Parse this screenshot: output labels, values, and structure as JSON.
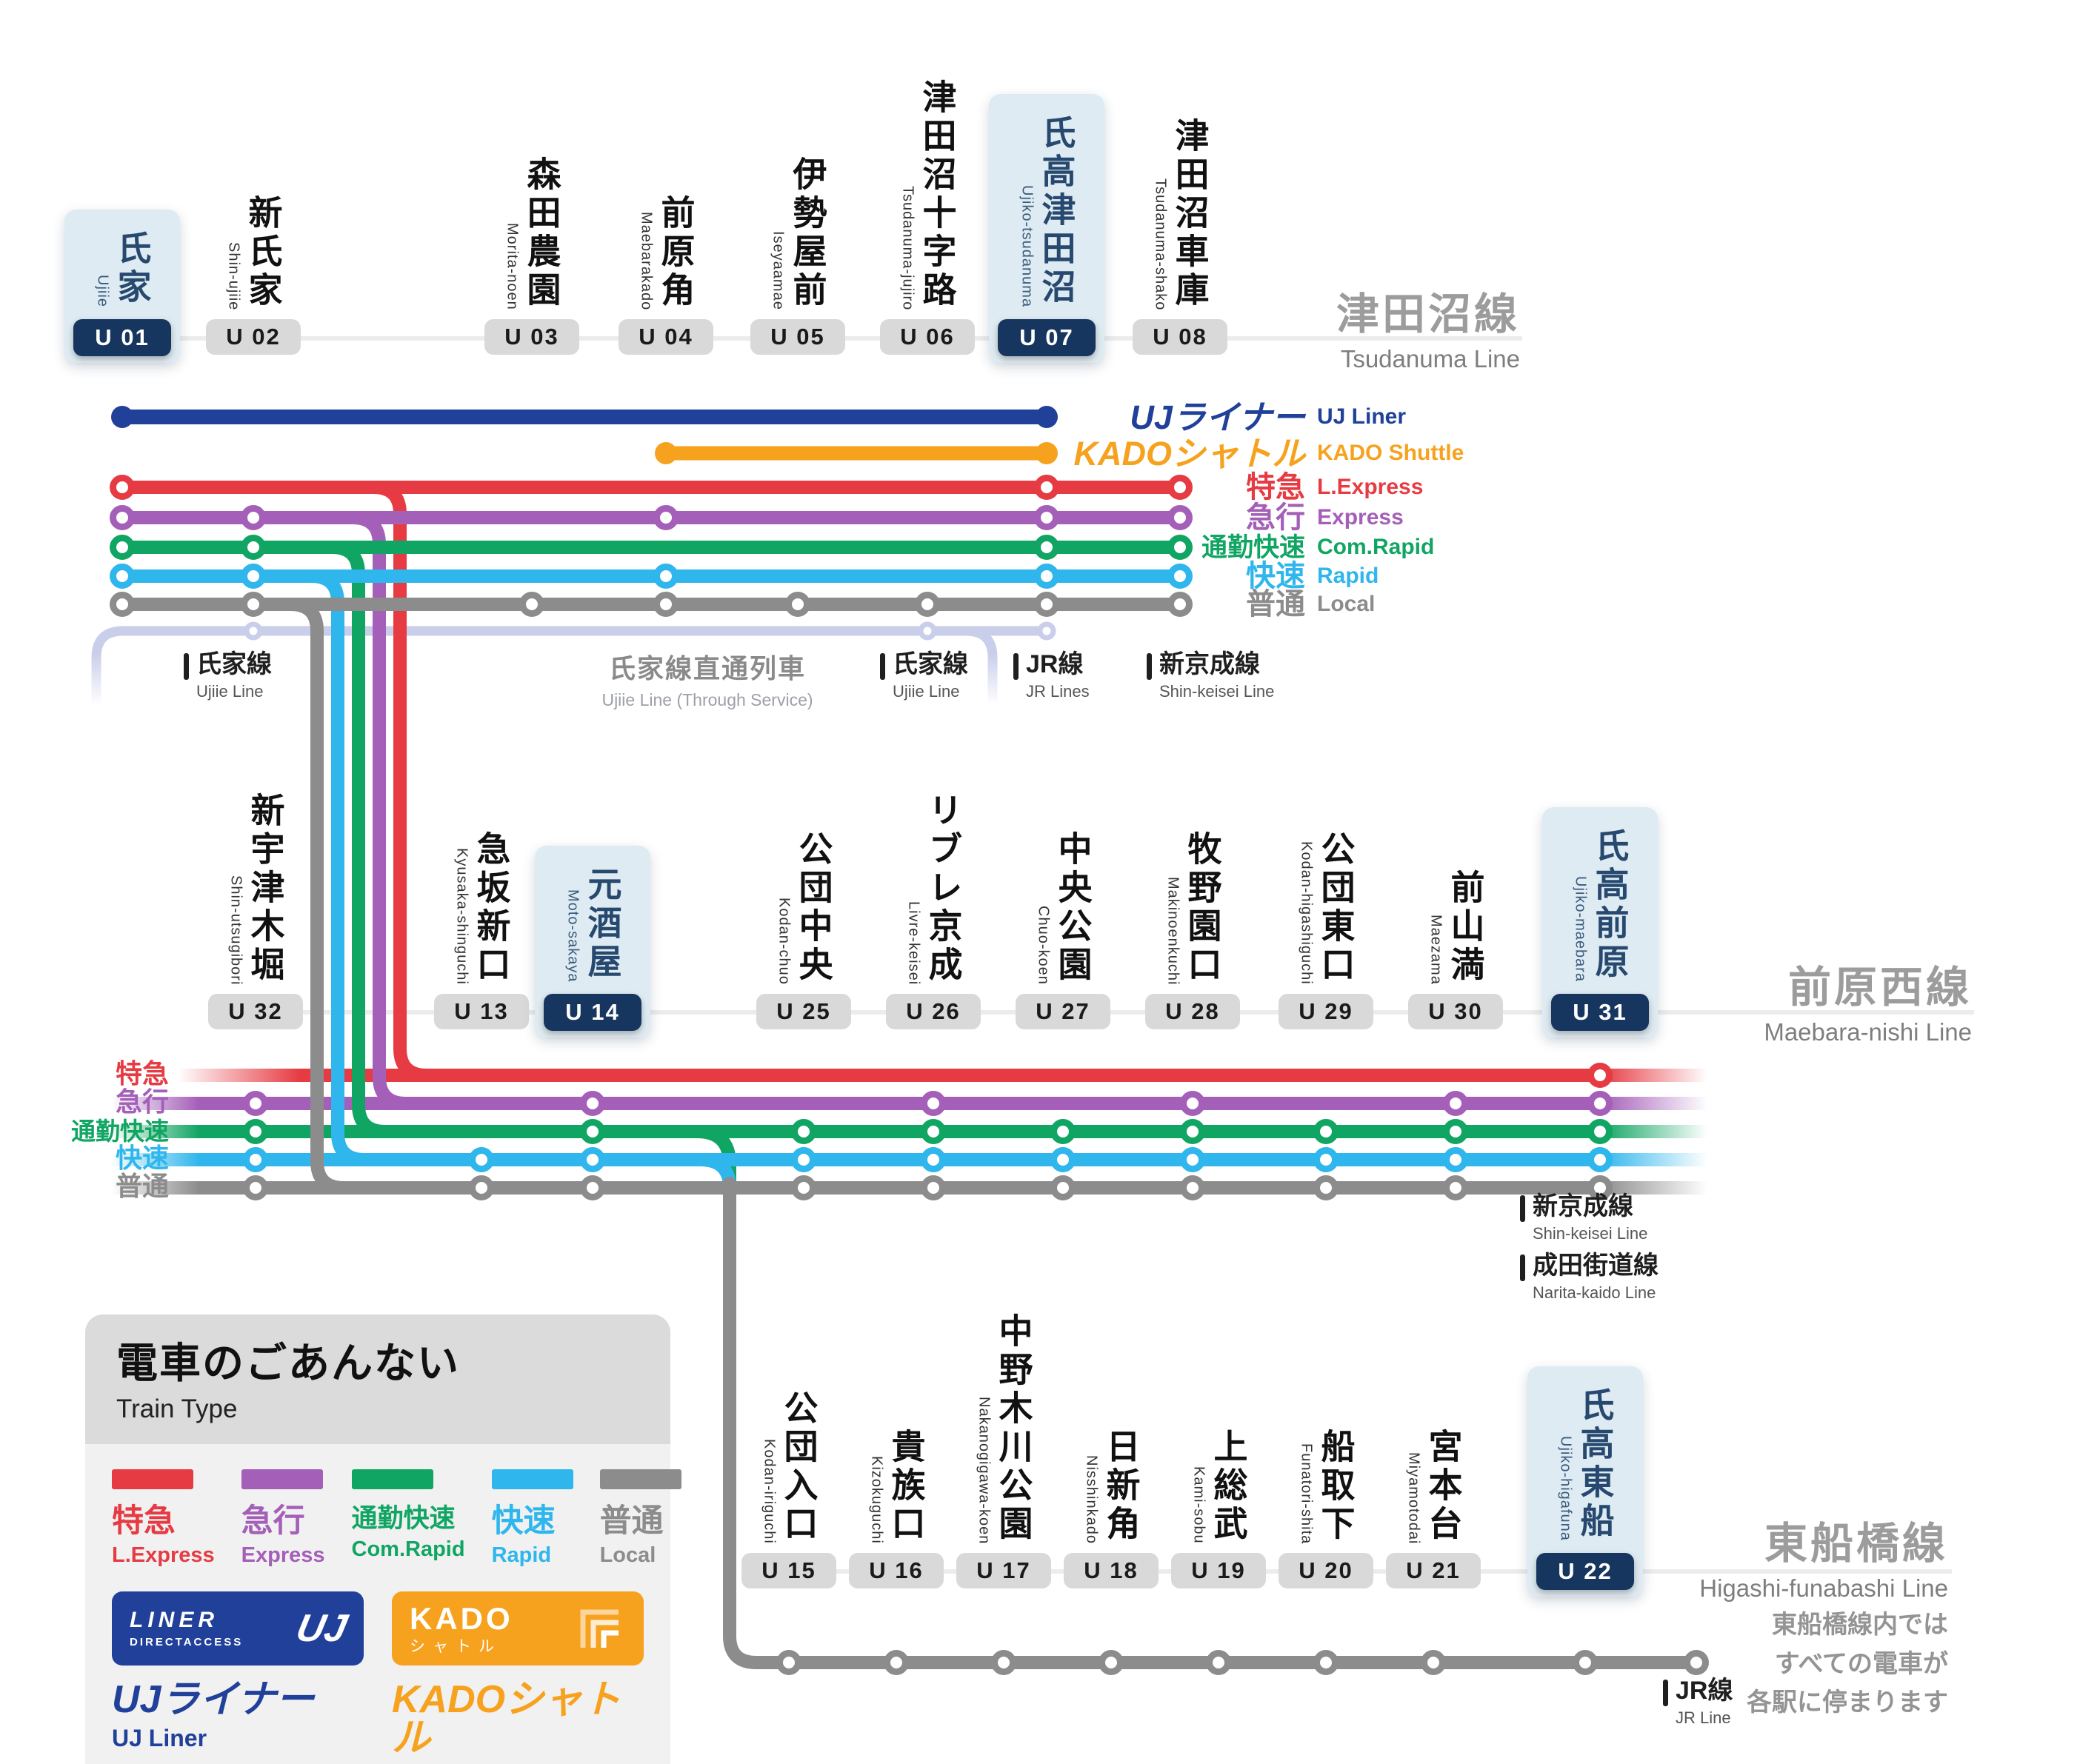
{
  "colors": {
    "ltd_express": "#E63B43",
    "express": "#A45FB8",
    "com_rapid": "#11A563",
    "rapid": "#2FB6EC",
    "local": "#8C8C8C",
    "uj_liner": "#20409A",
    "kado_shuttle": "#F6A21E",
    "through_service": "#C9CEEA",
    "highlight_panel": "#DFEBF2",
    "highlight_badge": "#16365F",
    "badge": "#D9D9D9"
  },
  "train_types": [
    {
      "kanji": "特急",
      "en": "L.Express",
      "color": "#E63B43"
    },
    {
      "kanji": "急行",
      "en": "Express",
      "color": "#A45FB8"
    },
    {
      "kanji": "通勤快速",
      "en": "Com.Rapid",
      "color": "#11A563"
    },
    {
      "kanji": "快速",
      "en": "Rapid",
      "color": "#2FB6EC"
    },
    {
      "kanji": "普通",
      "en": "Local",
      "color": "#8C8C8C"
    }
  ],
  "brands": [
    {
      "kanji": "UJライナー",
      "en": "UJ Liner",
      "color": "#20409A"
    },
    {
      "kanji": "KADOシャトル",
      "en": "KADO Shuttle",
      "color": "#F6A21E"
    }
  ],
  "lines": {
    "tsudanuma": {
      "name": "津田沼線",
      "en": "Tsudanuma Line",
      "stations": [
        {
          "code": "U 01",
          "kanji": "氏家",
          "romaji": "Ujiie",
          "highlighted": true
        },
        {
          "code": "U 02",
          "kanji": "新氏家",
          "romaji": "Shin-ujiie",
          "highlighted": false
        },
        {
          "code": "U 03",
          "kanji": "森田農園",
          "romaji": "Morita-noen",
          "highlighted": false
        },
        {
          "code": "U 04",
          "kanji": "前原角",
          "romaji": "Maebarakado",
          "highlighted": false
        },
        {
          "code": "U 05",
          "kanji": "伊勢屋前",
          "romaji": "Iseyaamae",
          "highlighted": false
        },
        {
          "code": "U 06",
          "kanji": "津田沼十字路",
          "romaji": "Tsudanuma-jujiro",
          "highlighted": false
        },
        {
          "code": "U 07",
          "kanji": "氏高津田沼",
          "romaji": "Ujiko-tsudanuma",
          "highlighted": true
        },
        {
          "code": "U 08",
          "kanji": "津田沼車庫",
          "romaji": "Tsudanuma-shako",
          "highlighted": false
        }
      ]
    },
    "maebara_nishi": {
      "name": "前原西線",
      "en": "Maebara-nishi Line",
      "stations": [
        {
          "code": "U 32",
          "kanji": "新宇津木堀",
          "romaji": "Shin-utsugibori",
          "highlighted": false
        },
        {
          "code": "U 13",
          "kanji": "急坂新口",
          "romaji": "Kyusaka-shinguchi",
          "highlighted": false
        },
        {
          "code": "U 14",
          "kanji": "元酒屋",
          "romaji": "Moto-sakaya",
          "highlighted": true
        },
        {
          "code": "U 25",
          "kanji": "公団中央",
          "romaji": "Kodan-chuo",
          "highlighted": false
        },
        {
          "code": "U 26",
          "kanji": "リブレ京成",
          "romaji": "Livre-keisei",
          "highlighted": false
        },
        {
          "code": "U 27",
          "kanji": "中央公園",
          "romaji": "Chuo-koen",
          "highlighted": false
        },
        {
          "code": "U 28",
          "kanji": "牧野園口",
          "romaji": "Makinoenkuchi",
          "highlighted": false
        },
        {
          "code": "U 29",
          "kanji": "公団東口",
          "romaji": "Kodan-higashiguchi",
          "highlighted": false
        },
        {
          "code": "U 30",
          "kanji": "前山満",
          "romaji": "Maezama",
          "highlighted": false
        },
        {
          "code": "U 31",
          "kanji": "氏高前原",
          "romaji": "Ujiko-maebara",
          "highlighted": true
        }
      ]
    },
    "higashi_funabashi": {
      "name": "東船橋線",
      "en": "Higashi-funabashi Line",
      "stations": [
        {
          "code": "U 15",
          "kanji": "公団入口",
          "romaji": "Kodan-iriguchi",
          "highlighted": false
        },
        {
          "code": "U 16",
          "kanji": "貴族口",
          "romaji": "Kizokuguchi",
          "highlighted": false
        },
        {
          "code": "U 17",
          "kanji": "中野木川公園",
          "romaji": "Nakanogigawa-koen",
          "highlighted": false
        },
        {
          "code": "U 18",
          "kanji": "日新角",
          "romaji": "Nisshinkado",
          "highlighted": false
        },
        {
          "code": "U 19",
          "kanji": "上総武",
          "romaji": "Kami-sobu",
          "highlighted": false
        },
        {
          "code": "U 20",
          "kanji": "船取下",
          "romaji": "Funatori-shita",
          "highlighted": false
        },
        {
          "code": "U 21",
          "kanji": "宮本台",
          "romaji": "Miyamotodai",
          "highlighted": false
        },
        {
          "code": "U 22",
          "kanji": "氏高東船",
          "romaji": "Ujiko-higafuna",
          "highlighted": true
        }
      ]
    }
  },
  "connectors": {
    "ujiie_left": {
      "kanji": "氏家線",
      "en": "Ujiie Line"
    },
    "through_service": {
      "kanji": "氏家線直通列車",
      "en": "Ujiie Line (Through Service)"
    },
    "ujiie_right": {
      "kanji": "氏家線",
      "en": "Ujiie Line"
    },
    "jr_lines": {
      "kanji": "JR線",
      "en": "JR Lines"
    },
    "shin_keisei_top": {
      "kanji": "新京成線",
      "en": "Shin-keisei Line"
    },
    "shin_keisei_mid": {
      "kanji": "新京成線",
      "en": "Shin-keisei Line"
    },
    "narita_kaido": {
      "kanji": "成田街道線",
      "en": "Narita-kaido Line"
    },
    "jr_line_bottom": {
      "kanji": "JR線",
      "en": "JR Line"
    }
  },
  "note": {
    "l1": "東船橋線内では",
    "l2": "すべての電車が",
    "l3": "各駅に停まります"
  },
  "legend": {
    "title": "電車のごあんない",
    "subtitle": "Train Type",
    "liner_line1": "LINER",
    "liner_line2": "DIRECTACCESS",
    "liner_mark": "UJ",
    "kado_line1": "KADO",
    "kado_line2": "シャトル"
  }
}
